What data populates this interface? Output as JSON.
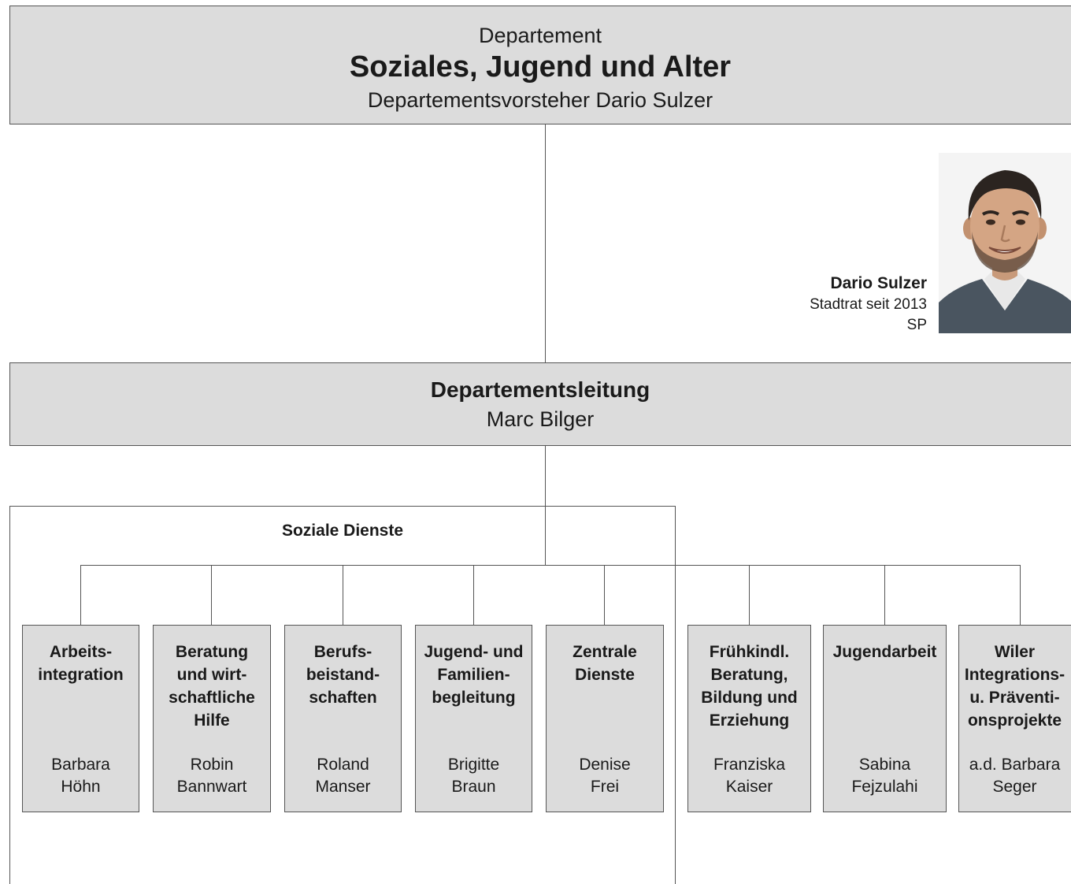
{
  "department": {
    "prefix": "Departement",
    "name": "Soziales, Jugend und Alter",
    "head_line": "Departementsvorsteher Dario Sulzer"
  },
  "councillor": {
    "name": "Dario Sulzer",
    "since": "Stadtrat seit 2013",
    "party": "SP",
    "photo_icon": "portrait-photo"
  },
  "management": {
    "title": "Departementsleitung",
    "head": "Marc Bilger"
  },
  "group": {
    "title": "Soziale Dienste"
  },
  "units": [
    {
      "name": [
        "Arbeits-",
        "integration"
      ],
      "head": [
        "Barbara",
        "Höhn"
      ]
    },
    {
      "name": [
        "Beratung",
        "und wirt-",
        "schaftliche",
        "Hilfe"
      ],
      "head": [
        "Robin",
        "Bannwart"
      ]
    },
    {
      "name": [
        "Berufs-",
        "beistand-",
        "schaften"
      ],
      "head": [
        "Roland",
        "Manser"
      ]
    },
    {
      "name": [
        "Jugend- und",
        "Familien-",
        "begleitung"
      ],
      "head": [
        "Brigitte",
        "Braun"
      ]
    },
    {
      "name": [
        "Zentrale",
        "Dienste"
      ],
      "head": [
        "Denise",
        "Frei"
      ]
    },
    {
      "name": [
        "Frühkindl.",
        "Beratung,",
        "Bildung und",
        "Erziehung"
      ],
      "head": [
        "Franziska",
        "Kaiser"
      ]
    },
    {
      "name": [
        "Jugendarbeit"
      ],
      "head": [
        "Sabina",
        "Fejzulahi"
      ]
    },
    {
      "name": [
        "Wiler",
        "Integrations-",
        "u. Präventi-",
        "onsprojekte"
      ],
      "head": [
        "a.d. Barbara",
        "Seger"
      ]
    }
  ],
  "colors": {
    "box_fill": "#dcdcdc",
    "line": "#555555",
    "text": "#1a1a1a"
  }
}
